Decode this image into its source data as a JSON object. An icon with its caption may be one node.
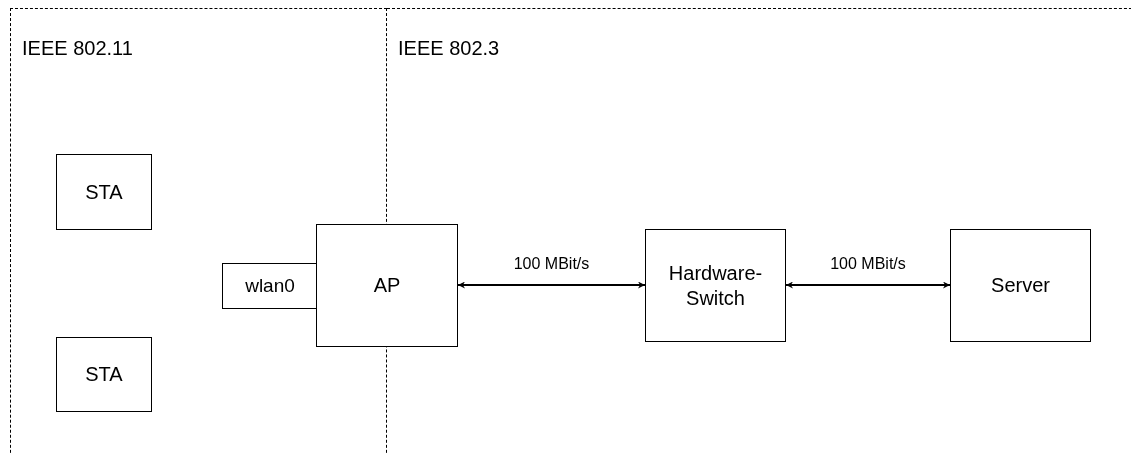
{
  "diagram": {
    "nodes": [
      {
        "text": [
          "IEEE 802.11"
        ]
      },
      {
        "text": [
          "IEEE 802.3"
        ]
      },
      {
        "text": [
          "STA"
        ],
        "in": 0
      },
      {
        "text": [
          "STA"
        ],
        "in": 0
      },
      {
        "text": [
          "wlan0"
        ],
        "in": 0
      },
      {
        "text": [
          "AP"
        ]
      },
      {
        "text": [
          "Hardware-Switch"
        ],
        "in": 1
      },
      {
        "text": [
          "Server"
        ],
        "in": 1
      }
    ],
    "edges": [
      {
        "from": 5,
        "to": 6,
        "arrow": "both",
        "label": "100 MBit/s"
      },
      {
        "from": 6,
        "to": 7,
        "arrow": "both",
        "label": "100 MBit/s"
      }
    ]
  }
}
